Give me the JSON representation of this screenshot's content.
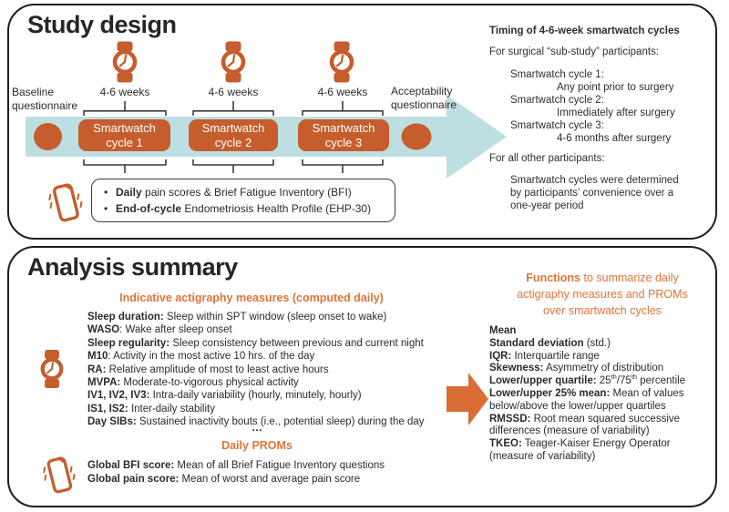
{
  "colors": {
    "orange": "#c55d2c",
    "orange_heading": "#e0743a",
    "arrow_blue": "#bedfe1",
    "border_dark": "#1e1e1e"
  },
  "study_design": {
    "title": "Study design",
    "baseline_label": "Baseline\nquestionnaire",
    "acceptability_label": "Acceptability\nquestionnaire",
    "week_labels": [
      "4-6 weeks",
      "4-6 weeks",
      "4-6 weeks"
    ],
    "cycles": [
      "Smartwatch\ncycle 1",
      "Smartwatch\ncycle 2",
      "Smartwatch\ncycle 3"
    ],
    "bullet_icon": "phone-vibrating-icon",
    "cycle_icon": "smartwatch-icon",
    "bullets": [
      {
        "term": "Daily",
        "desc": " pain scores & Brief Fatigue Inventory (BFI)"
      },
      {
        "term": "End-of-cycle",
        "desc": " Endometriosis Health Profile (EHP-30)"
      }
    ],
    "timing": {
      "heading": "Timing of 4-6-week smartwatch cycles",
      "surgical_intro": "For surgical “sub-study” participants:",
      "surgical_items": [
        {
          "label": "Smartwatch cycle 1:",
          "value": "Any point prior to surgery"
        },
        {
          "label": "Smartwatch cycle 2:",
          "value": "Immediately after surgery"
        },
        {
          "label": "Smartwatch cycle 3:",
          "value": "4-6 months after surgery"
        }
      ],
      "other_intro": "For all other participants:",
      "other_desc": "Smartwatch cycles were determined\nby participants’ convenience over a\none-year period"
    }
  },
  "analysis_summary": {
    "title": "Analysis summary",
    "actigraphy_heading": "Indicative actigraphy measures (computed daily)",
    "measures": [
      {
        "term": "Sleep duration:",
        "desc": " Sleep within SPT window (sleep onset to wake)"
      },
      {
        "term": "WASO",
        "desc": ": Wake after sleep onset"
      },
      {
        "term": "Sleep regularity:",
        "desc": " Sleep consistency between previous and current night"
      },
      {
        "term": "M10",
        "desc": ": Activity in the most active 10 hrs. of the day"
      },
      {
        "term": "RA:",
        "desc": " Relative amplitude of most to least active hours"
      },
      {
        "term": "MVPA:",
        "desc": " Moderate-to-vigorous physical activity"
      },
      {
        "term": "IV1, IV2, IV3:",
        "desc": " Intra-daily variability (hourly, minutely, hourly)"
      },
      {
        "term": "IS1, IS2:",
        "desc": " Inter-daily stability"
      },
      {
        "term": "Day SIBs:",
        "desc": " Sustained inactivity bouts (i.e., potential sleep) during the day"
      }
    ],
    "ellipsis": "…",
    "proms_heading": "Daily PROMs",
    "proms": [
      {
        "term": "Global BFI score:",
        "desc": " Mean of all Brief Fatigue Inventory questions"
      },
      {
        "term": "Global pain score:",
        "desc": " Mean of worst and average pain score"
      }
    ],
    "functions_heading": {
      "lead": "Functions",
      "rest": " to summarize daily\nactigraphy measures and PROMs\nover smartwatch cycles"
    },
    "functions": [
      {
        "term": "Mean",
        "desc": ""
      },
      {
        "term": "Standard deviation",
        "desc": " (std.)"
      },
      {
        "term": "IQR:",
        "desc": " Interquartile range"
      },
      {
        "term": "Skewness:",
        "desc": " Asymmetry of distribution"
      },
      {
        "term": "Lower/upper quartile:",
        "desc": [
          {
            "t": " 25"
          },
          {
            "t": "th",
            "sup": true
          },
          {
            "t": "/75"
          },
          {
            "t": "th",
            "sup": true
          },
          {
            "t": " percentile"
          }
        ]
      },
      {
        "term": "Lower/upper 25% mean:",
        "desc": " Mean of values below/above the lower/upper quartiles"
      },
      {
        "term": "RMSSD:",
        "desc": " Root mean squared successive differences (measure of variability)"
      },
      {
        "term": "TKEO:",
        "desc": " Teager-Kaiser Energy Operator (measure of variability)"
      }
    ]
  }
}
